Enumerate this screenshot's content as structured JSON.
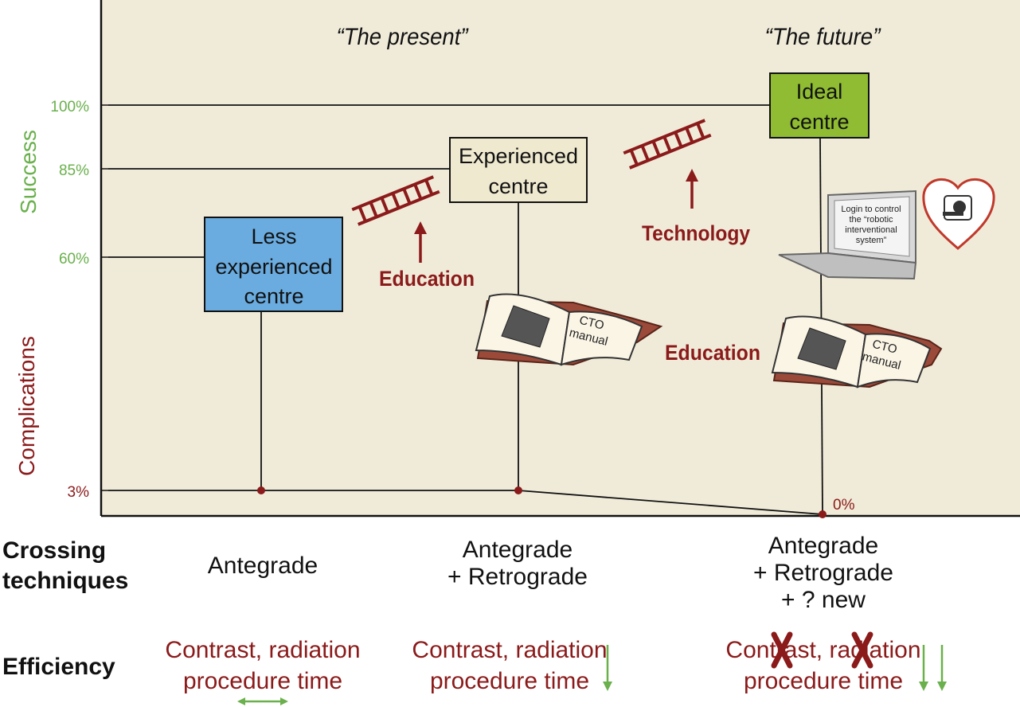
{
  "header": {
    "present_label": "“The present”",
    "future_label": "“The future”"
  },
  "axis": {
    "success_label": "Success",
    "complications_label": "Complications",
    "ticks": {
      "t100": "100%",
      "t85": "85%",
      "t60": "60%",
      "t3": "3%",
      "t0": "0%"
    }
  },
  "centres": {
    "less": {
      "line1": "Less",
      "line2": "experienced",
      "line3": "centre"
    },
    "experienced": {
      "line1": "Experienced",
      "line2": "centre"
    },
    "ideal": {
      "line1": "Ideal",
      "line2": "centre"
    }
  },
  "annotations": {
    "education_1": "Education",
    "technology": "Technology",
    "education_2": "Education",
    "book_title_line1": "CTO",
    "book_title_line2": "manual",
    "laptop_lines": [
      "Login to control",
      "the “robotic",
      "interventional",
      "system”"
    ]
  },
  "rows": {
    "crossing_label_1": "Crossing",
    "crossing_label_2": "techniques",
    "efficiency_label": "Efficiency"
  },
  "techniques": {
    "col1": {
      "line1": "Antegrade"
    },
    "col2": {
      "line1": "Antegrade",
      "line2": "+ Retrograde"
    },
    "col3": {
      "line1": "Antegrade",
      "line2": "+ Retrograde",
      "line3": "+ ? new"
    }
  },
  "efficiency": {
    "col1": {
      "line1": "Contrast, radiation",
      "line2": "procedure time"
    },
    "col2": {
      "line1": "Contrast, radiation",
      "line2": "procedure time"
    },
    "col3": {
      "line1": "Contrast, radiation",
      "line2": "procedure time"
    }
  },
  "colors": {
    "panel_bg": "#f0ebd9",
    "success_green": "#6ab04c",
    "complication_red": "#8b1a1a",
    "less_box": "#6aace0",
    "experienced_box": "#efe9cf",
    "ideal_box": "#8fbc32",
    "ladder": "#8b1a1a"
  }
}
